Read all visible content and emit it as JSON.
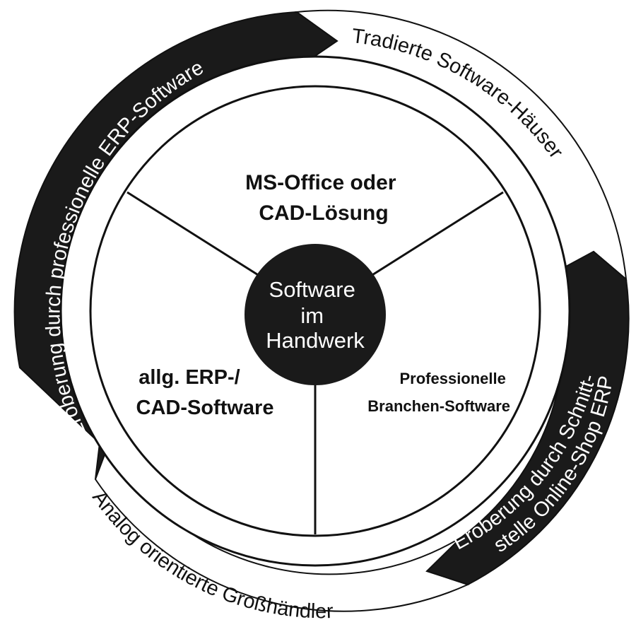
{
  "colors": {
    "dark": "#1a1a1a",
    "light": "#ffffff",
    "line": "#111111"
  },
  "center": {
    "line1": "Software",
    "line2": "im",
    "line3": "Handwerk"
  },
  "segments": {
    "top": {
      "line1": "MS-Office oder",
      "line2": "CAD-Lösung"
    },
    "left": {
      "line1": "allg. ERP-/",
      "line2": "CAD-Software"
    },
    "right": {
      "line1": "Professionelle",
      "line2": "Branchen-Software"
    }
  },
  "ring": {
    "left_dark_arrow": "Eroberung durch professionelle ERP-Software",
    "right_light_arrow": "Tradierte Software-Häuser",
    "right_dark_arrow_line1": "Eroberung durch Schnitt-",
    "right_dark_arrow_line2": "stelle Online-Shop ERP",
    "bottom_light_arrow": "Analog orientierte Großhändler"
  }
}
